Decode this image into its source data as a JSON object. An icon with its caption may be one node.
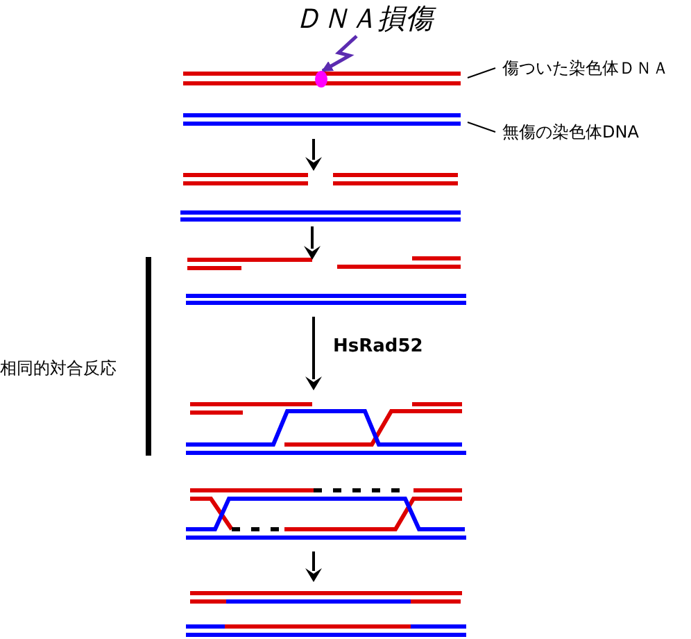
{
  "diagram": {
    "nodes": [
      {
        "text": [
          "ＤＮＡ損傷"
        ]
      },
      {
        "text": [],
        "shape": "circle"
      },
      {
        "text": [
          "傷ついた染色体ＤＮＡ"
        ]
      },
      {
        "text": [
          "無傷の染色体DNA"
        ]
      }
    ],
    "edges": [
      {
        "from": 0,
        "to": 1,
        "arrow": "to",
        "color": "#5b2bb0",
        "style": "thick"
      },
      {
        "from": 2,
        "to": null,
        "arrow": "none"
      },
      {
        "from": 3,
        "to": null,
        "arrow": "none"
      }
    ],
    "labels": [
      "相同的対合反応",
      "HsRad52"
    ]
  }
}
